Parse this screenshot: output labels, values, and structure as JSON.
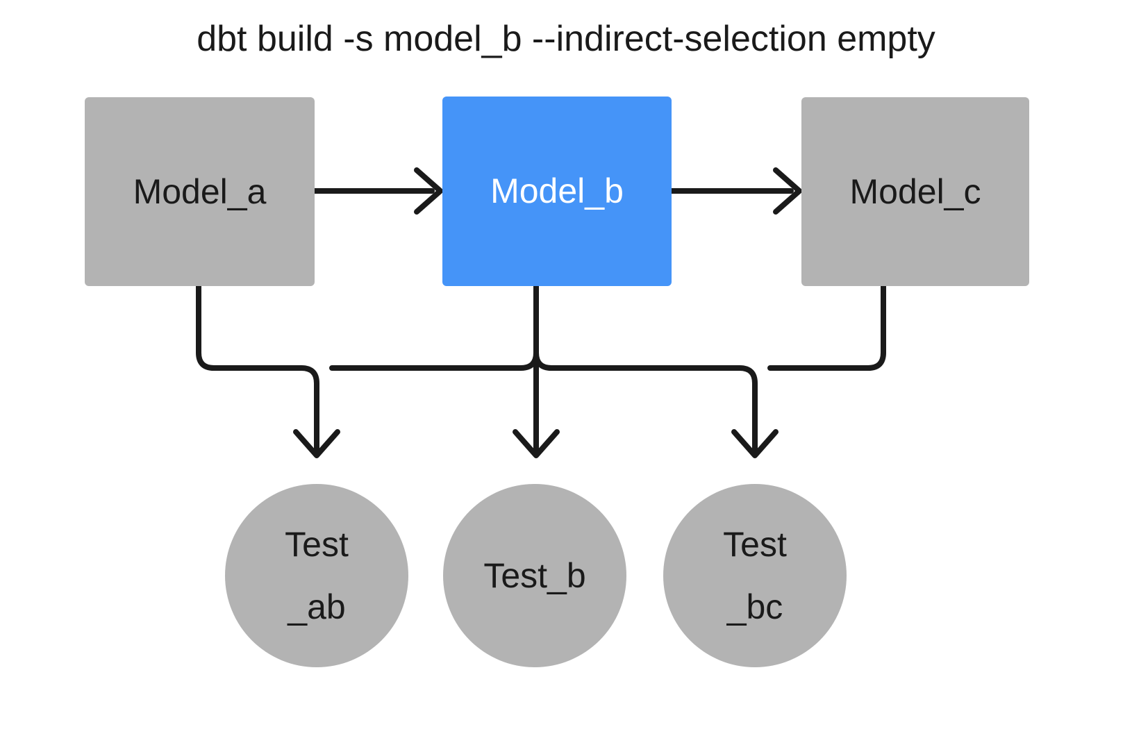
{
  "title": "dbt build -s model_b --indirect-selection empty",
  "colors": {
    "background": "#ffffff",
    "node_gray": "#b3b3b3",
    "node_selected_blue": "#4594f8",
    "edge_stroke": "#1a1a1a",
    "text_dark": "#1a1a1a",
    "text_light": "#ffffff"
  },
  "nodes": {
    "models": [
      {
        "id": "model_a",
        "label": "Model_a",
        "shape": "rectangle",
        "state": "unselected",
        "fill": "#b3b3b3",
        "text_color": "#1a1a1a"
      },
      {
        "id": "model_b",
        "label": "Model_b",
        "shape": "rectangle",
        "state": "selected",
        "fill": "#4594f8",
        "text_color": "#ffffff"
      },
      {
        "id": "model_c",
        "label": "Model_c",
        "shape": "rectangle",
        "state": "unselected",
        "fill": "#b3b3b3",
        "text_color": "#1a1a1a"
      }
    ],
    "tests": [
      {
        "id": "test_ab",
        "label": "Test_ab",
        "line1": "Test",
        "line2": "_ab",
        "shape": "circle",
        "state": "unselected",
        "fill": "#b3b3b3",
        "text_color": "#1a1a1a"
      },
      {
        "id": "test_b",
        "label": "Test_b",
        "line1": "Test_b",
        "line2": "",
        "shape": "circle",
        "state": "unselected",
        "fill": "#b3b3b3",
        "text_color": "#1a1a1a"
      },
      {
        "id": "test_bc",
        "label": "Test_bc",
        "line1": "Test",
        "line2": "_bc",
        "shape": "circle",
        "state": "unselected",
        "fill": "#b3b3b3",
        "text_color": "#1a1a1a"
      }
    ]
  },
  "edges": [
    {
      "from": "model_a",
      "to": "model_b",
      "style": "straight-arrow"
    },
    {
      "from": "model_b",
      "to": "model_c",
      "style": "straight-arrow"
    },
    {
      "from": "model_a",
      "to": "test_ab",
      "style": "elbow-arrow"
    },
    {
      "from": "model_b",
      "to": "test_ab",
      "style": "elbow-arrow"
    },
    {
      "from": "model_b",
      "to": "test_b",
      "style": "straight-arrow"
    },
    {
      "from": "model_b",
      "to": "test_bc",
      "style": "elbow-arrow"
    },
    {
      "from": "model_c",
      "to": "test_bc",
      "style": "elbow-arrow"
    }
  ]
}
